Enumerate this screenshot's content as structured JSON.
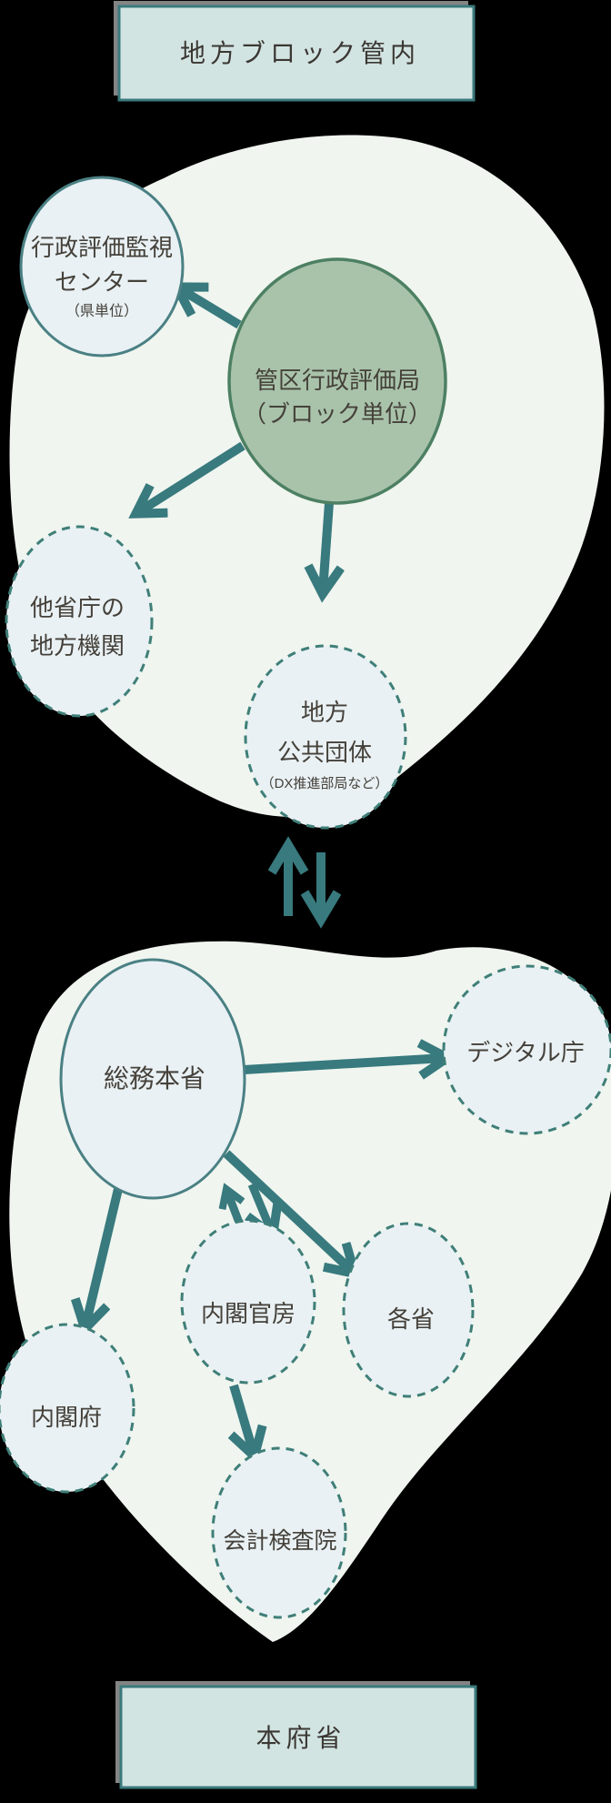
{
  "diagram": {
    "kind": "government-organization-flow-diagram",
    "colors": {
      "background": "#000000",
      "blob_fill": "#f0f5ef",
      "node_fill_light": "#e9f1f4",
      "node_fill_green": "#a9c3aa",
      "stroke_teal": "#3f7f78",
      "arrow_teal": "#387a7e",
      "title_box_fill": "#d2e4e2",
      "text": "#45413a"
    },
    "top_section": {
      "title": "地方ブロック管内",
      "nodes": [
        {
          "id": "hyoka-kanshi-center",
          "style": "solid-border",
          "lines": [
            "行政評価監視",
            "センター"
          ],
          "sub": "（県単位）"
        },
        {
          "id": "kanku-hyoka-kyoku",
          "style": "green-filled",
          "lines": [
            "管区行政評価局",
            "（ブロック単位）"
          ]
        },
        {
          "id": "tashocho-chiho-kikan",
          "style": "dashed-border",
          "lines": [
            "他省庁の",
            "地方機関"
          ]
        },
        {
          "id": "chiho-kokyo-dantai",
          "style": "dashed-border",
          "lines": [
            "地方",
            "公共団体"
          ],
          "sub": "（DX推進部局など）"
        }
      ]
    },
    "bottom_section": {
      "title": "本府省",
      "nodes": [
        {
          "id": "somu-honsho",
          "style": "solid-border",
          "lines": [
            "総務本省"
          ]
        },
        {
          "id": "digital-cho",
          "style": "dashed-border",
          "lines": [
            "デジタル庁"
          ]
        },
        {
          "id": "naikaku-kanbo",
          "style": "dashed-border",
          "lines": [
            "内閣官房"
          ]
        },
        {
          "id": "kakusho",
          "style": "dashed-border",
          "lines": [
            "各省"
          ]
        },
        {
          "id": "naikakufu",
          "style": "dashed-border",
          "lines": [
            "内閣府"
          ]
        },
        {
          "id": "kaikei-kensain",
          "style": "dashed-border",
          "lines": [
            "会計検査院"
          ]
        }
      ]
    },
    "connections": [
      {
        "from": "管区行政評価局",
        "to": "行政評価監視センター",
        "type": "arrow"
      },
      {
        "from": "管区行政評価局",
        "to": "他省庁の地方機関",
        "type": "arrow"
      },
      {
        "from": "管区行政評価局",
        "to": "地方公共団体",
        "type": "arrow"
      },
      {
        "from": "地方ブロック管内",
        "to": "本府省",
        "type": "bidirectional"
      },
      {
        "from": "総務本省",
        "to": "デジタル庁",
        "type": "arrow"
      },
      {
        "from": "総務本省",
        "to": "内閣府",
        "type": "arrow"
      },
      {
        "from": "総務本省",
        "to": "内閣官房",
        "type": "bidirectional"
      },
      {
        "from": "総務本省",
        "to": "各省",
        "type": "arrow"
      },
      {
        "from": "内閣官房",
        "to": "会計検査院",
        "type": "arrow"
      }
    ]
  }
}
